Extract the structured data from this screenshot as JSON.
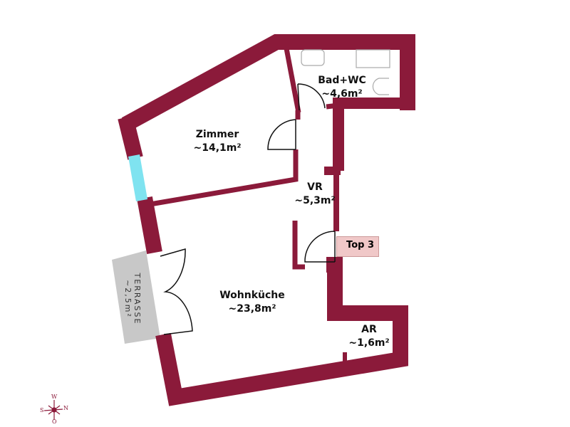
{
  "colors": {
    "wall": "#8b1a3a",
    "window": "#7fe3f0",
    "terrace": "#c8c8c8",
    "entrance": "#f0c8c8"
  },
  "rooms": [
    {
      "name": "Bad+WC",
      "area": "~4,6m²"
    },
    {
      "name": "Zimmer",
      "area": "~14,1m²"
    },
    {
      "name": "VR",
      "area": "~5,3m²"
    },
    {
      "name": "Wohnküche",
      "area": "~23,8m²"
    },
    {
      "name": "AR",
      "area": "~1,6m²"
    }
  ],
  "terrace": {
    "name": "TERRASSE",
    "area": "~2,5m²"
  },
  "entrance": {
    "label": "Top 3",
    "icon": "arrow-left-icon"
  },
  "compass": {
    "n": "N",
    "s": "S",
    "w": "W",
    "o": "O"
  }
}
